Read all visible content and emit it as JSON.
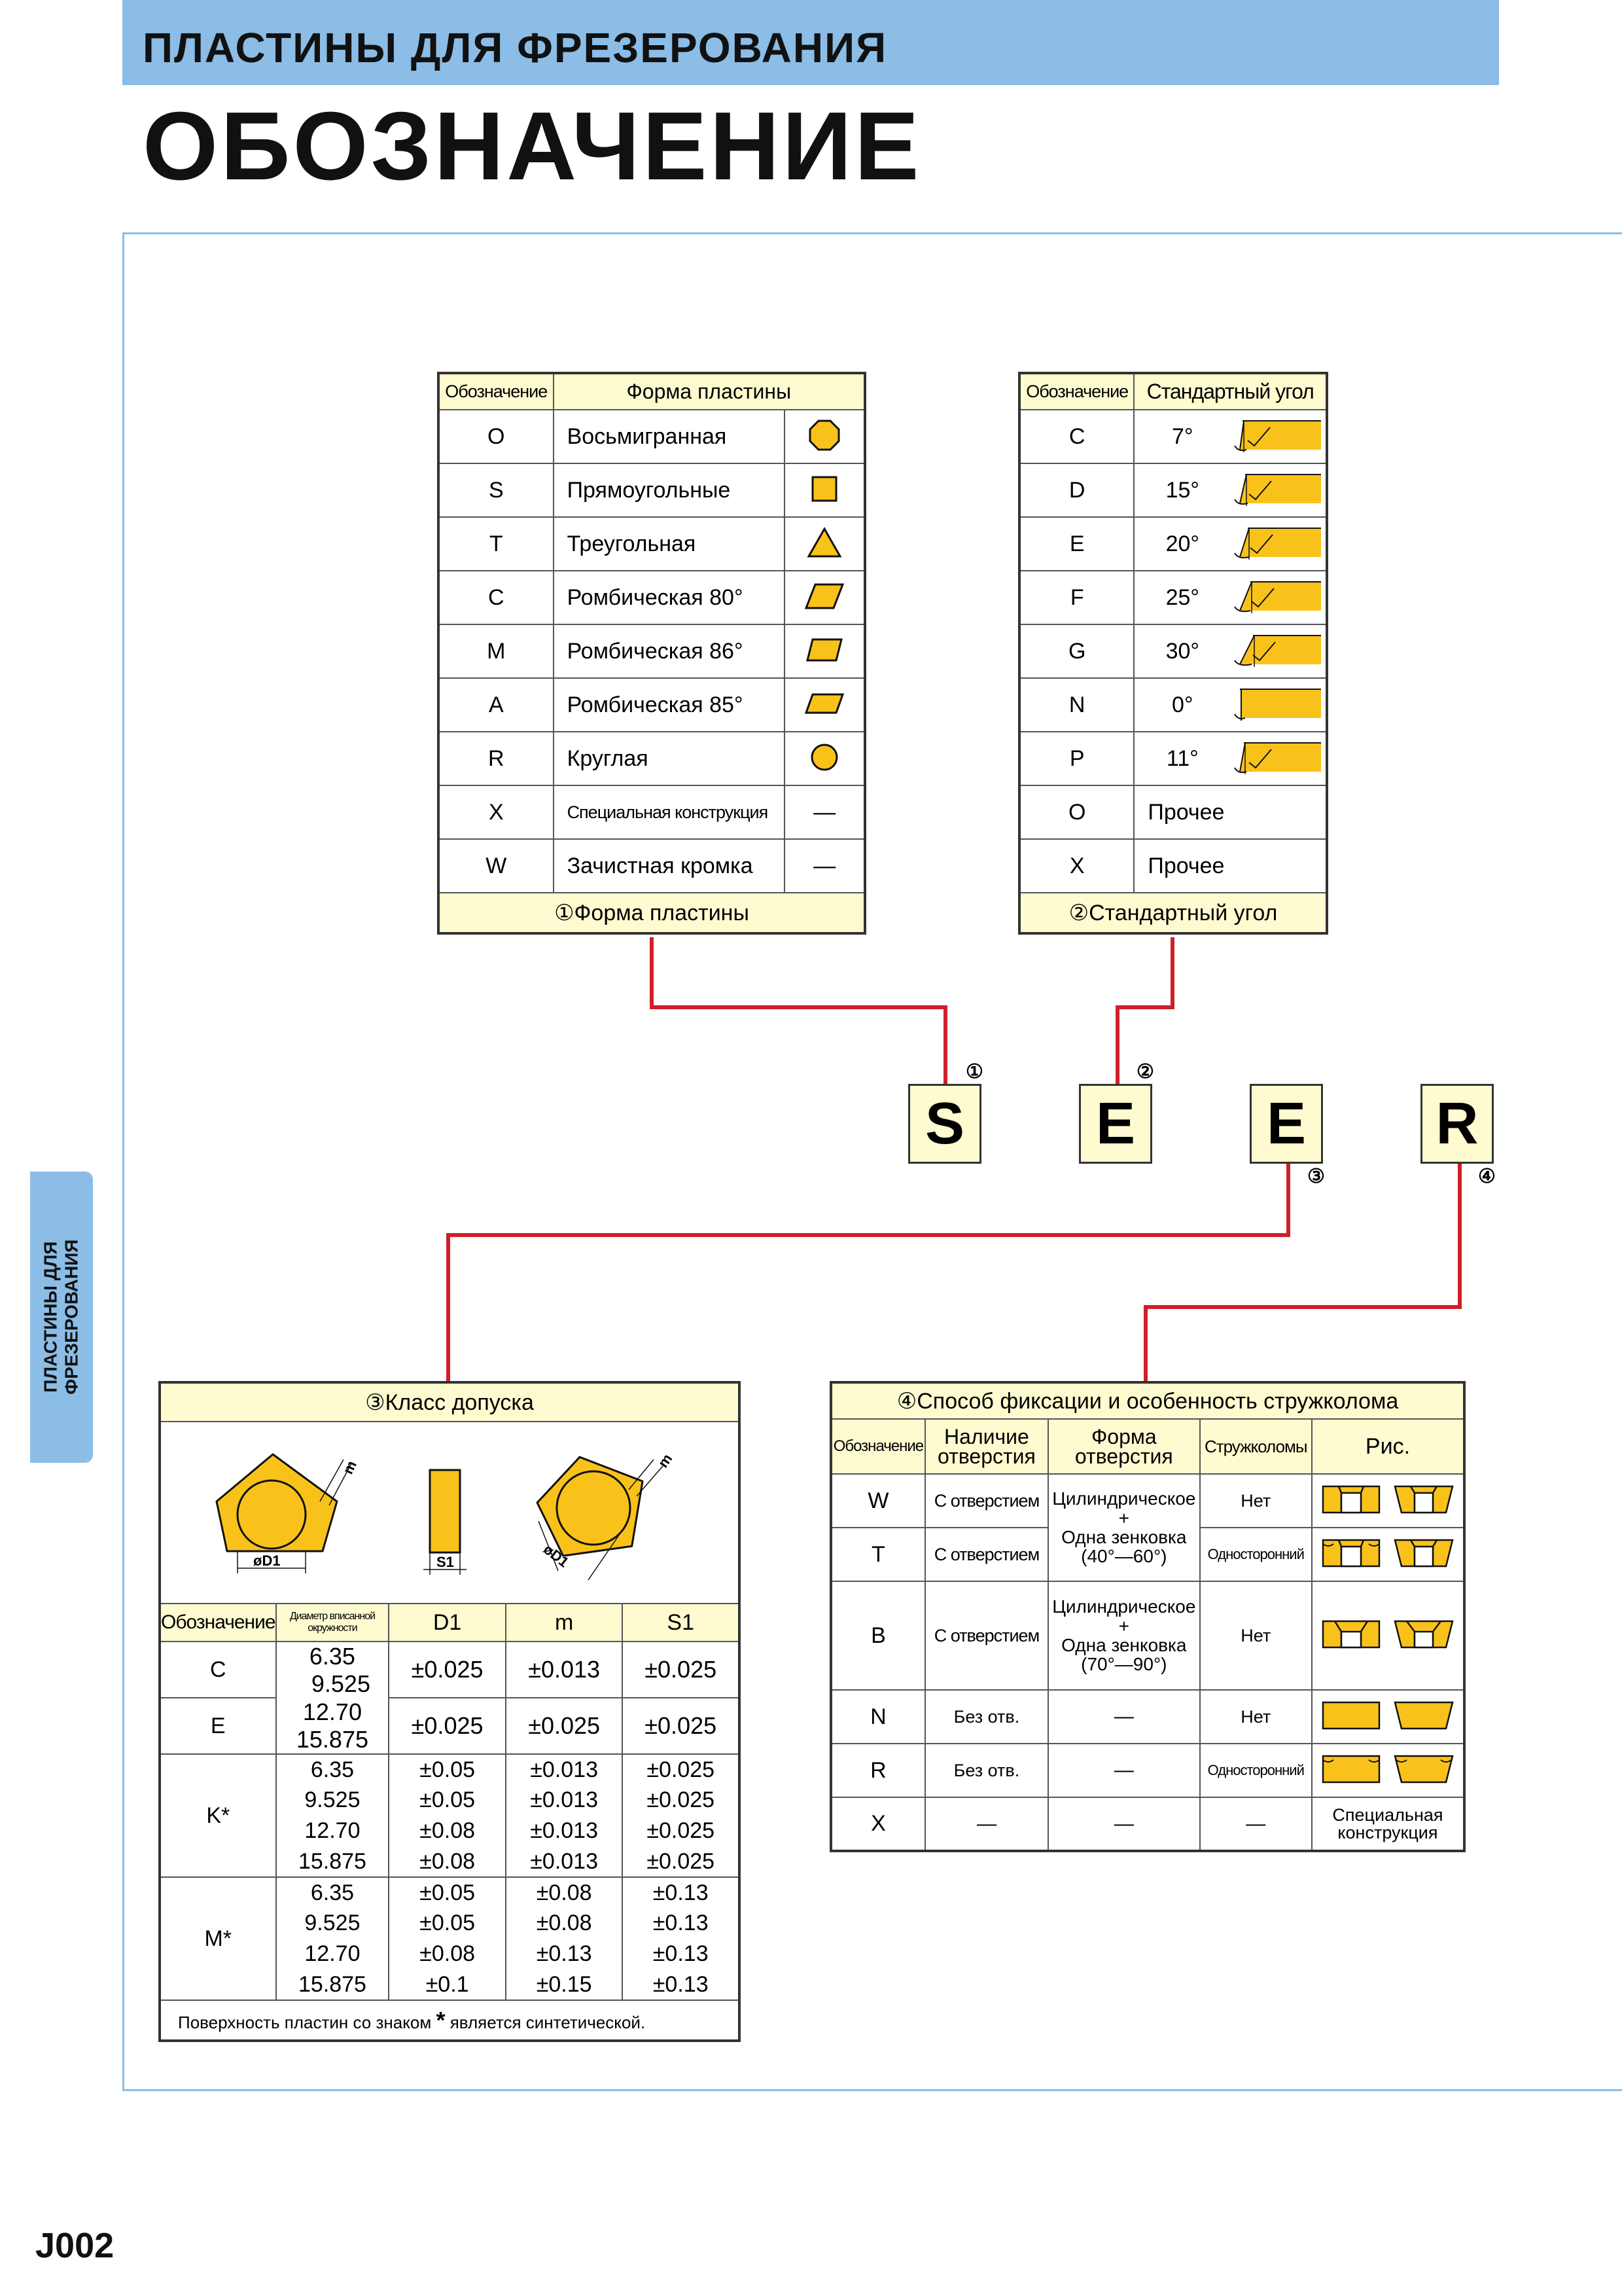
{
  "header": {
    "subtitle": "ПЛАСТИНЫ ДЛЯ ФРЕЗЕРОВАНИЯ",
    "title": "ОБОЗНАЧЕНИЕ"
  },
  "side_tab": {
    "line1": "ПЛАСТИНЫ ДЛЯ",
    "line2": "ФРЕЗЕРОВАНИЯ"
  },
  "page_number": "J002",
  "colors": {
    "accent_blue": "#8bbde6",
    "insert_yellow": "#f9c21b",
    "line_red": "#d01f2a",
    "header_fill": "#fffbd0"
  },
  "code": {
    "letters": [
      "S",
      "E",
      "E",
      "R"
    ],
    "markers": [
      "①",
      "②",
      "③",
      "④"
    ]
  },
  "shape_table": {
    "col_code": "Обозначение",
    "col_shape": "Форма пластины",
    "footer": "①Форма пластины",
    "rows": [
      {
        "code": "O",
        "name": "Восьмигранная",
        "icon": "octagon-icon"
      },
      {
        "code": "S",
        "name": "Прямоугольные",
        "icon": "square-icon"
      },
      {
        "code": "T",
        "name": "Треугольная",
        "icon": "triangle-icon"
      },
      {
        "code": "C",
        "name": "Ромбическая 80°",
        "icon": "rhombus-80-icon"
      },
      {
        "code": "M",
        "name": "Ромбическая 86°",
        "icon": "rhombus-86-icon"
      },
      {
        "code": "A",
        "name": "Ромбическая 85°",
        "icon": "rhombus-85-icon"
      },
      {
        "code": "R",
        "name": "Круглая",
        "icon": "circle-icon"
      },
      {
        "code": "X",
        "name": "Специальная конструкция",
        "icon": "dash"
      },
      {
        "code": "W",
        "name": "Зачистная кромка",
        "icon": "dash"
      }
    ],
    "dash": "—"
  },
  "angle_table": {
    "col_code": "Обозначение",
    "col_angle": "Стандартный угол",
    "footer": "②Стандартный угол",
    "rows": [
      {
        "code": "C",
        "angle": "7°"
      },
      {
        "code": "D",
        "angle": "15°"
      },
      {
        "code": "E",
        "angle": "20°"
      },
      {
        "code": "F",
        "angle": "25°"
      },
      {
        "code": "G",
        "angle": "30°"
      },
      {
        "code": "N",
        "angle": "0°"
      },
      {
        "code": "P",
        "angle": "11°"
      },
      {
        "code": "O",
        "angle": "Прочее"
      },
      {
        "code": "X",
        "angle": "Прочее"
      }
    ]
  },
  "tolerance_table": {
    "title": "③Класс допуска",
    "diagram_labels": {
      "d1": "øD1",
      "s1": "S1",
      "m": "m"
    },
    "col_code": "Обозначение",
    "col_diam": "Диаметр вписанной окружности",
    "col_d1": "D1",
    "col_m": "m",
    "col_s1": "S1",
    "rows": [
      {
        "code": "C",
        "diam": "6.35",
        "d1": "±0.025",
        "m": "±0.013",
        "s1": "±0.025"
      },
      {
        "code": "",
        "diam": "9.525",
        "d1": "",
        "m": "",
        "s1": ""
      },
      {
        "code": "E",
        "diam": "12.70",
        "d1": "±0.025",
        "m": "±0.025",
        "s1": "±0.025"
      },
      {
        "code": "",
        "diam": "15.875",
        "d1": "",
        "m": "",
        "s1": ""
      },
      {
        "code": "K*",
        "diam": "6.35",
        "d1": "±0.05",
        "m": "±0.013",
        "s1": "±0.025"
      },
      {
        "code": "",
        "diam": "9.525",
        "d1": "±0.05",
        "m": "±0.013",
        "s1": "±0.025"
      },
      {
        "code": "",
        "diam": "12.70",
        "d1": "±0.08",
        "m": "±0.013",
        "s1": "±0.025"
      },
      {
        "code": "",
        "diam": "15.875",
        "d1": "±0.08",
        "m": "±0.013",
        "s1": "±0.025"
      },
      {
        "code": "M*",
        "diam": "6.35",
        "d1": "±0.05",
        "m": "±0.08",
        "s1": "±0.13"
      },
      {
        "code": "",
        "diam": "9.525",
        "d1": "±0.05",
        "m": "±0.08",
        "s1": "±0.13"
      },
      {
        "code": "",
        "diam": "12.70",
        "d1": "±0.08",
        "m": "±0.13",
        "s1": "±0.13"
      },
      {
        "code": "",
        "diam": "15.875",
        "d1": "±0.1",
        "m": "±0.15",
        "s1": "±0.13"
      }
    ],
    "note_prefix": "Поверхность пластин со знаком ",
    "note_star": "*",
    "note_suffix": " является синтетической."
  },
  "fixing_table": {
    "title": "④Способ фиксации и особенность стружколома",
    "col_code": "Обозначение",
    "col_hole": "Наличие отверстия",
    "col_shape": "Форма отверстия",
    "col_breaker": "Стружколомы",
    "col_fig": "Рис.",
    "rows": [
      {
        "code": "W",
        "hole": "С отверстием",
        "breaker": "Нет"
      },
      {
        "code": "T",
        "hole": "С отверстием",
        "breaker": "Односторонний"
      },
      {
        "code": "B",
        "hole": "С отверстием",
        "breaker": "Нет"
      },
      {
        "code": "N",
        "hole": "Без отв.",
        "breaker": "Нет"
      },
      {
        "code": "R",
        "hole": "Без отв.",
        "breaker": "Односторонний"
      },
      {
        "code": "X",
        "hole": "—",
        "breaker": "—"
      }
    ],
    "shape_wt": [
      "Цилиндрическое",
      "+",
      "Одна зенковка",
      "(40°—60°)"
    ],
    "shape_b": [
      "Цилиндрическое",
      "+",
      "Одна зенковка",
      "(70°—90°)"
    ],
    "shape_n": "—",
    "shape_r": "—",
    "shape_x": "—",
    "fig_x": [
      "Специальная",
      "конструкция"
    ]
  }
}
